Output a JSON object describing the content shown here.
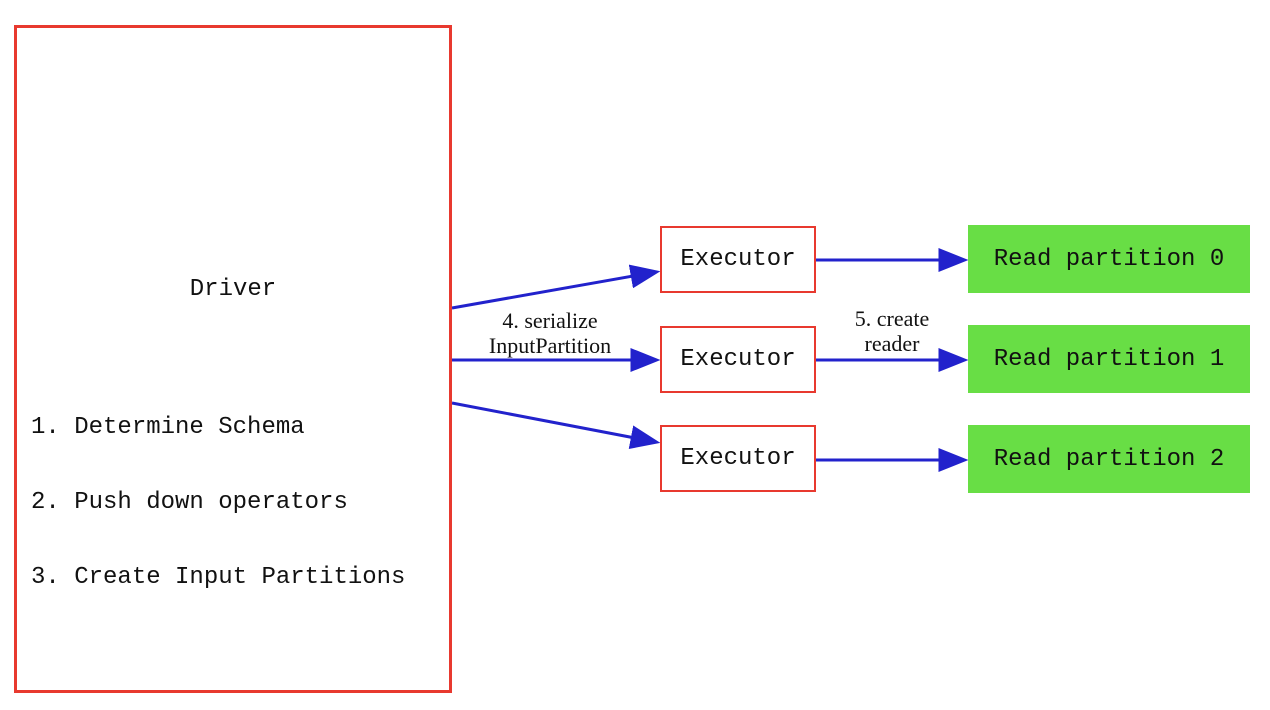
{
  "diagram": {
    "driver": {
      "title": "Driver",
      "steps": [
        "1. Determine Schema",
        "2. Push down operators",
        "3. Create Input Partitions"
      ]
    },
    "executors": [
      {
        "label": "Executor"
      },
      {
        "label": "Executor"
      },
      {
        "label": "Executor"
      }
    ],
    "partitions": [
      {
        "label": "Read partition 0"
      },
      {
        "label": "Read partition 1"
      },
      {
        "label": "Read partition 2"
      }
    ],
    "edge_labels": {
      "serialize": [
        "4. serialize",
        "InputPartition"
      ],
      "create_reader": [
        "5. create",
        "reader"
      ]
    },
    "colors": {
      "box_border_red": "#e8392f",
      "arrow_blue": "#2222cc",
      "partition_green": "#68de45",
      "text_black": "#111111"
    }
  }
}
